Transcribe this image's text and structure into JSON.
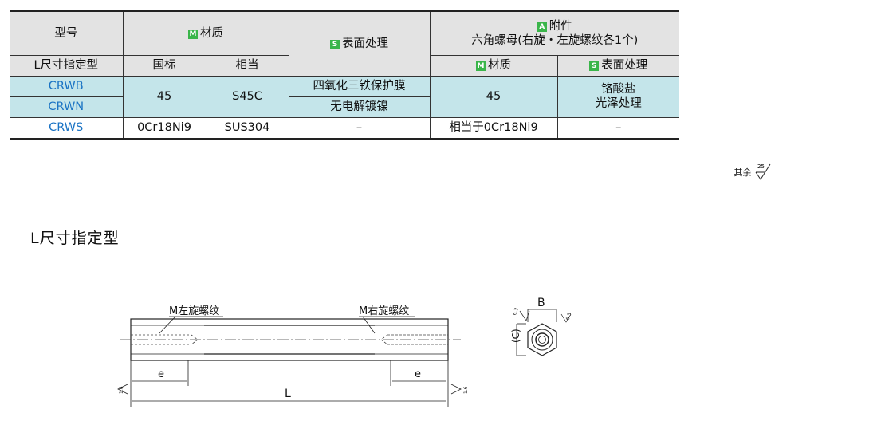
{
  "table": {
    "header": {
      "model": "型号",
      "material": "材质",
      "surface": "表面处理",
      "accessory_line1": "附件",
      "accessory_line2": "六角螺母(右旋・左旋螺纹各1个)",
      "l_type": "L尺寸指定型",
      "gb": "国标",
      "equiv": "相当",
      "acc_material": "材质",
      "acc_surface": "表面处理",
      "badge_m": "M",
      "badge_s": "S",
      "badge_a": "A"
    },
    "rows": {
      "crwb": "CRWB",
      "crwn": "CRWN",
      "crws": "CRWS",
      "mat_45": "45",
      "s45c": "S45C",
      "surf_b": "四氧化三铁保护膜",
      "surf_n": "无电解镀镍",
      "acc_mat_45": "45",
      "acc_surf_1": "铬酸盐",
      "acc_surf_2": "光泽处理",
      "sus_gb": "0Cr18Ni9",
      "sus_eq": "SUS304",
      "dash1": "–",
      "sus_acc": "相当于0Cr18Ni9",
      "dash2": "–"
    }
  },
  "note": {
    "text": "其余",
    "roughness": "25"
  },
  "section_title": "L尺寸指定型",
  "drawing": {
    "left_thread": "M左旋螺纹",
    "right_thread": "M右旋螺纹",
    "label_e_left": "e",
    "label_e_right": "e",
    "label_L": "L",
    "label_B": "B",
    "label_C": "(C)",
    "rough_16_left": "1.6",
    "rough_16_right": "1.6",
    "rough_63_a": "6.3",
    "rough_63_b": "6.3"
  }
}
